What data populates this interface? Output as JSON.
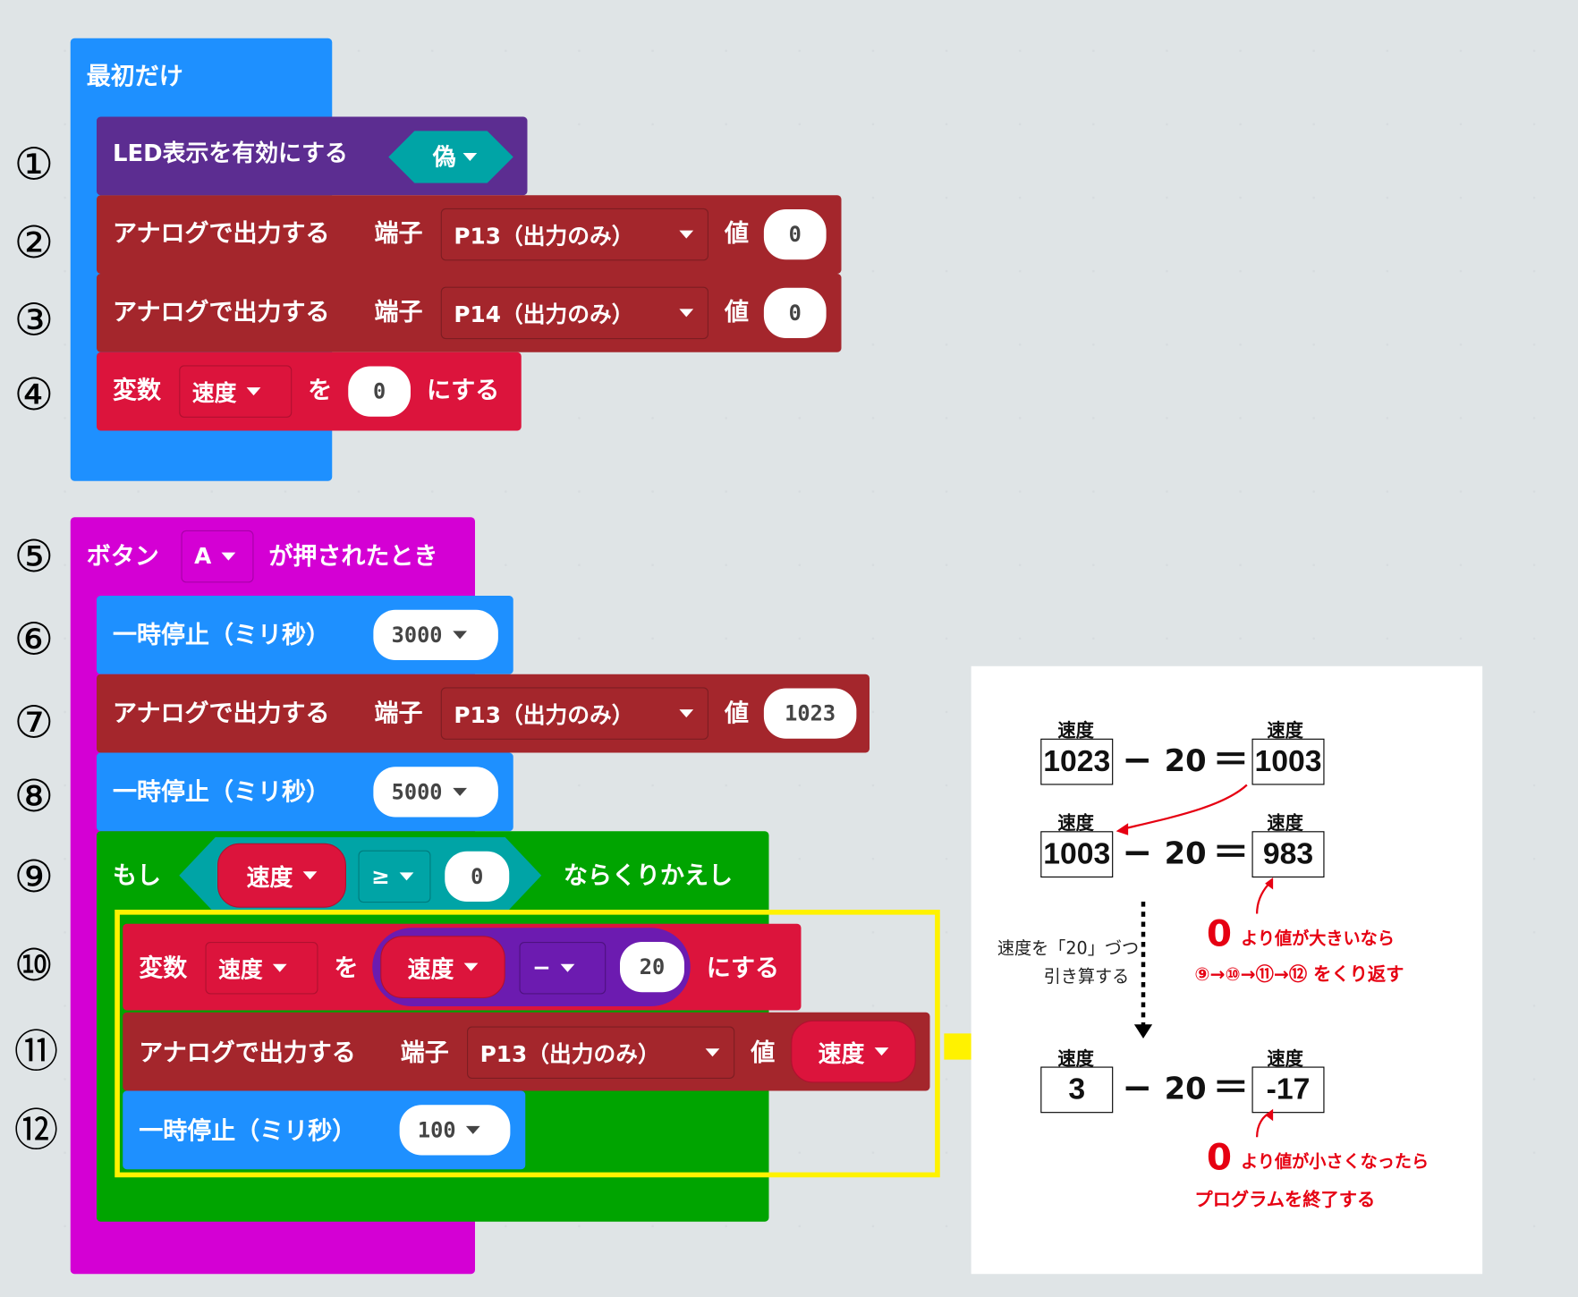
{
  "colors": {
    "blue": "#1e90ff",
    "purple": "#5c2d91",
    "darkred": "#a4262c",
    "crimson": "#dc143c",
    "magenta": "#d400d4",
    "green": "#00a400",
    "teal": "#00a4a6",
    "violet": "#6c1bb0",
    "yellow": "#fff200",
    "red": "#e60012"
  },
  "numbers": [
    "①",
    "②",
    "③",
    "④",
    "⑤",
    "⑥",
    "⑦",
    "⑧",
    "⑨",
    "⑩",
    "⑪",
    "⑫"
  ],
  "on_start": {
    "label": "最初だけ"
  },
  "led": {
    "label": "LED表示を有効にする",
    "value": "偽"
  },
  "analog": {
    "label": "アナログで出力する",
    "pin_label": "端子",
    "value_label": "値"
  },
  "pins": {
    "p13": "P13（出力のみ）",
    "p14": "P14（出力のみ）"
  },
  "zero": "0",
  "var_set": {
    "label": "変数",
    "var": "速度",
    "wo": "を",
    "end": "にする"
  },
  "button": {
    "label": "ボタン",
    "key": "A",
    "end": "が押されたとき"
  },
  "pause": {
    "label": "一時停止（ミリ秒）",
    "v1": "3000",
    "v2": "5000",
    "v3": "100"
  },
  "val1023": "1023",
  "while": {
    "label": "もし",
    "op": "≥",
    "end": "ならくりかえし"
  },
  "minus": "−",
  "twenty": "20",
  "calc": {
    "head": "速度",
    "row1": {
      "a": "1023",
      "b": "20",
      "c": "1003"
    },
    "row2": {
      "a": "1003",
      "b": "20",
      "c": "983"
    },
    "row3": {
      "a": "3",
      "b": "20",
      "c": "-17"
    },
    "minus": "−",
    "eq": "＝",
    "note": [
      "速度を「20」づつ",
      "引き算する"
    ],
    "big0": "0",
    "red1a": "より値が大きいなら",
    "red1b": "⑨→⑩→⑪→⑫ をくり返す",
    "red2a": "より値が小さくなったら",
    "red2b": "プログラムを終了する"
  }
}
